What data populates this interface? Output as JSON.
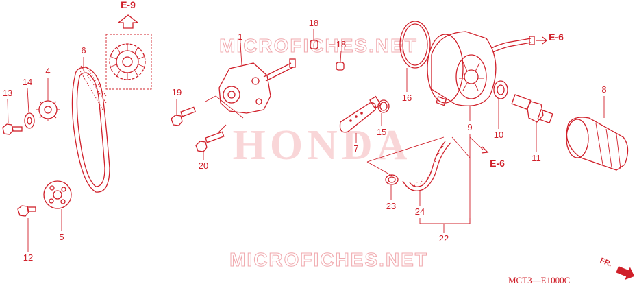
{
  "watermarks": {
    "top": "MICROFICHES.NET",
    "bottom": "MICROFICHES.NET",
    "center": "HONDA"
  },
  "refs": {
    "e9": "E-9",
    "e6_top": "E-6",
    "e6_mid": "E-6"
  },
  "diagram_code": "MCT3—E1000C",
  "front_marker": "FR.",
  "callouts": {
    "c1": "1",
    "c4": "4",
    "c5": "5",
    "c6": "6",
    "c7": "7",
    "c8": "8",
    "c9": "9",
    "c10": "10",
    "c11": "11",
    "c12": "12",
    "c13": "13",
    "c14": "14",
    "c15": "15",
    "c16": "16",
    "c18a": "18",
    "c18b": "18",
    "c19": "19",
    "c20": "20",
    "c22": "22",
    "c23": "23",
    "c24": "24"
  },
  "colors": {
    "line": "#d0202a",
    "watermark": "#f0a8ad",
    "honda": "#f7c9cc"
  }
}
